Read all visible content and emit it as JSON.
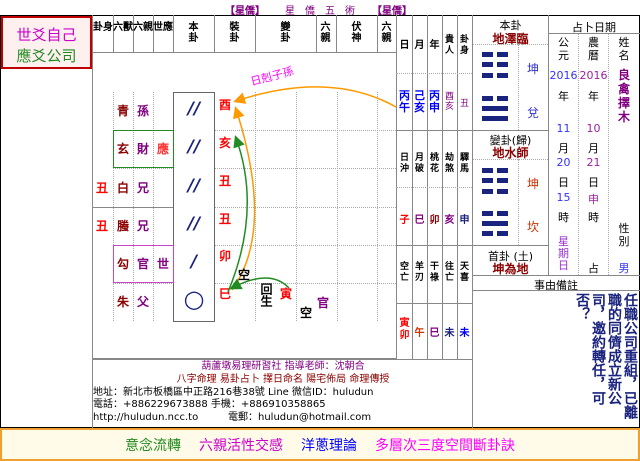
{
  "top_banner": {
    "left": "【星僑】",
    "center": "星　僑　五　術",
    "right": "【星僑】"
  },
  "legend": {
    "line1": "世爻自己",
    "line2": "應爻公司"
  },
  "headers": {
    "gua_shen": "卦身",
    "liu_shou": "六獸",
    "liu_qin": "六親",
    "shi_ying": "世應",
    "ben_gua": "本卦",
    "zhuang_gua": "裝卦",
    "bian_gua": "變卦",
    "liu_qin2": "六親",
    "fu_shen": "伏神",
    "liu_qin3": "六親"
  },
  "rows": [
    {
      "shou": "青",
      "qin": "孫",
      "shi_ying": "",
      "gua_shen": "",
      "yao": "//",
      "zhi": "酉"
    },
    {
      "shou": "玄",
      "qin": "財",
      "shi_ying": "應",
      "gua_shen": "",
      "yao": "//",
      "zhi": "亥"
    },
    {
      "shou": "白",
      "qin": "兄",
      "shi_ying": "",
      "gua_shen": "丑",
      "yao": "//",
      "zhi": "丑"
    },
    {
      "shou": "螣",
      "qin": "兄",
      "shi_ying": "",
      "gua_shen": "丑",
      "yao": "//",
      "zhi": "丑"
    },
    {
      "shou": "勾",
      "qin": "官",
      "shi_ying": "世",
      "gua_shen": "",
      "yao": "/",
      "zhi": "卯"
    },
    {
      "shou": "朱",
      "qin": "父",
      "shi_ying": "",
      "gua_shen": "",
      "yao": "○",
      "zhi": "巳"
    }
  ],
  "annotations": {
    "ri_ke": "日剋子孫",
    "kong1": "空",
    "hui_sheng": "回生",
    "yin": "寅",
    "kong2": "空",
    "guan": "官"
  },
  "side_table": {
    "row1_labels": [
      "日",
      "月",
      "年",
      "貴人",
      "卦身"
    ],
    "row1_values": [
      "丙午",
      "己亥",
      "丙申",
      "酉亥",
      "丑"
    ],
    "row2_labels": [
      "日沖",
      "月破",
      "桃花",
      "劫煞",
      "驛馬"
    ],
    "row2_values": [
      "子",
      "巳",
      "卯",
      "亥",
      "申"
    ],
    "row3_labels": [
      "空亡",
      "羊刃",
      "干祿",
      "往亡",
      "天喜"
    ],
    "row3_values": [
      "寅卯",
      "午",
      "巳",
      "未",
      "未"
    ]
  },
  "hexagrams": {
    "ben_label": "本卦",
    "ben_name": "地澤臨",
    "ben_upper": "坤",
    "ben_lower": "兌",
    "bian_label": "變卦(歸)",
    "bian_name": "地水師",
    "bian_upper": "坤",
    "bian_lower": "坎",
    "shou_label": "首卦 (土)",
    "shou_name": "坤為地"
  },
  "date": {
    "title": "占卜日期",
    "gongyuan": "公元",
    "year_g": "2016",
    "nian": "年",
    "month_g": "11",
    "yue": "月",
    "day_g": "20",
    "ri": "日",
    "hour_g": "15",
    "shi": "時",
    "weekday": "星期日",
    "nongli": "農曆",
    "year_n": "2016",
    "nian_n": "年",
    "month_n": "10",
    "yue_n": "月",
    "day_n": "21",
    "ri_n": "日",
    "hour_n": "申",
    "shi_n": "時",
    "zhan": "占",
    "xingming": "姓名",
    "name": "良禽擇木",
    "xingbie": "性別",
    "gender": "男"
  },
  "note": {
    "title": "事由備註",
    "text": "任職公司重組，已離職的同儕成立新公司，邀約轉任，可否？"
  },
  "footer": {
    "line1": "葫蘆墩易理研習社  指導老師：沈朝合",
    "line2": "八字命理  易卦占卜  擇日命名  陽宅佈局  命理傳授",
    "address": "地址：新北市板橋區中正路216巷38號 Line 微信ID：huludun",
    "phone": "電話：+886229673888 手機：+886910358865",
    "web": "http://huludun.ncc.to",
    "email": "電郵：huludun@hotmail.com"
  },
  "bottom_bar": [
    "意念流轉",
    "六親活性交感",
    "洋蔥理論",
    "多層次三度空間斷卦訣"
  ],
  "colors": {
    "red": "#ff0000",
    "purple": "#800080",
    "magenta": "#cc00cc",
    "green": "#228b22",
    "blue": "#0000ff",
    "navy": "#1a237e",
    "orange": "#ff9900"
  }
}
